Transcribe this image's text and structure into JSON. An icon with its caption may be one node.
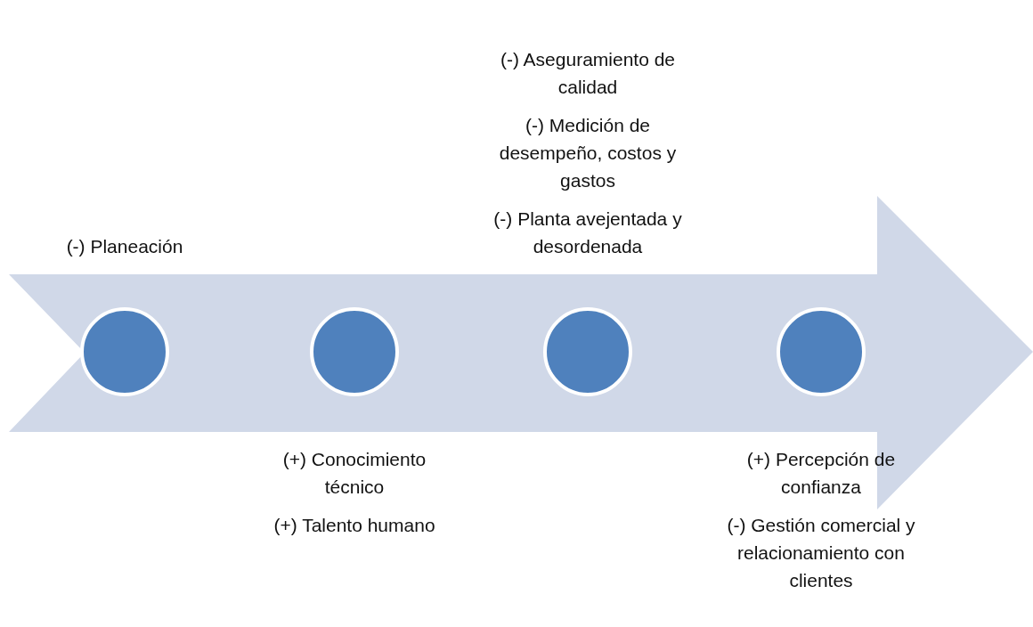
{
  "diagram": {
    "nodes": [
      {
        "text": [],
        "shape": "circle",
        "beside": [
          "(-) Planeación"
        ]
      },
      {
        "text": [],
        "shape": "circle",
        "beside": [
          "(+) Conocimiento técnico",
          "(+) Talento humano"
        ]
      },
      {
        "text": [],
        "shape": "circle",
        "beside": [
          "(-) Aseguramiento de calidad",
          "(-) Medición de desempeño, costos y gastos",
          "(-) Planta avejentada y desordenada"
        ]
      },
      {
        "text": [],
        "shape": "circle",
        "beside": [
          "(+) Percepción de confianza",
          "(-) Gestión comercial y relacionamiento con clientes"
        ]
      }
    ],
    "edges": []
  }
}
